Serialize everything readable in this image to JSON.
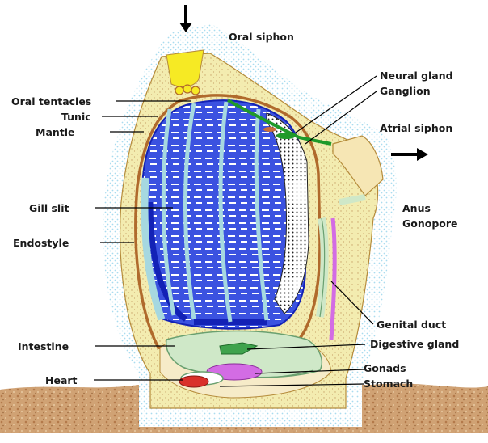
{
  "labels": {
    "oral_siphon": "Oral siphon",
    "neural_gland": "Neural gland",
    "ganglion": "Ganglion",
    "atrial_siphon": "Atrial siphon",
    "oral_tentacles": "Oral tentacles",
    "tunic": "Tunic",
    "mantle": "Mantle",
    "gill_slit": "Gill slit",
    "endostyle": "Endostyle",
    "anus": "Anus",
    "gonopore": "Gonopore",
    "genital_duct": "Genital duct",
    "intestine": "Intestine",
    "digestive_gland": "Digestive gland",
    "gonads": "Gonads",
    "heart": "Heart",
    "stomach": "Stomach"
  },
  "colors": {
    "tunic_fill": "#f3ecb0",
    "tunic_dots": "#c9a46b",
    "outer_speckle": "#b8e6f3",
    "mantle_brown": "#b06a2c",
    "pharynx_blue": "#3b52e0",
    "pharynx_dark_blue": "#1322b6",
    "siphon_yellow": "#f6ea24",
    "atrium_white": "#ffffff",
    "gut_mint": "#cfe8c8",
    "gut_outline": "#6aa070",
    "gonad_purple": "#d36ce4",
    "heart_red": "#d9302a",
    "digestive_green": "#3fa34d",
    "neural_green": "#1f9a2a",
    "ground_brown": "#c59566",
    "arrow_color": "#000000"
  }
}
